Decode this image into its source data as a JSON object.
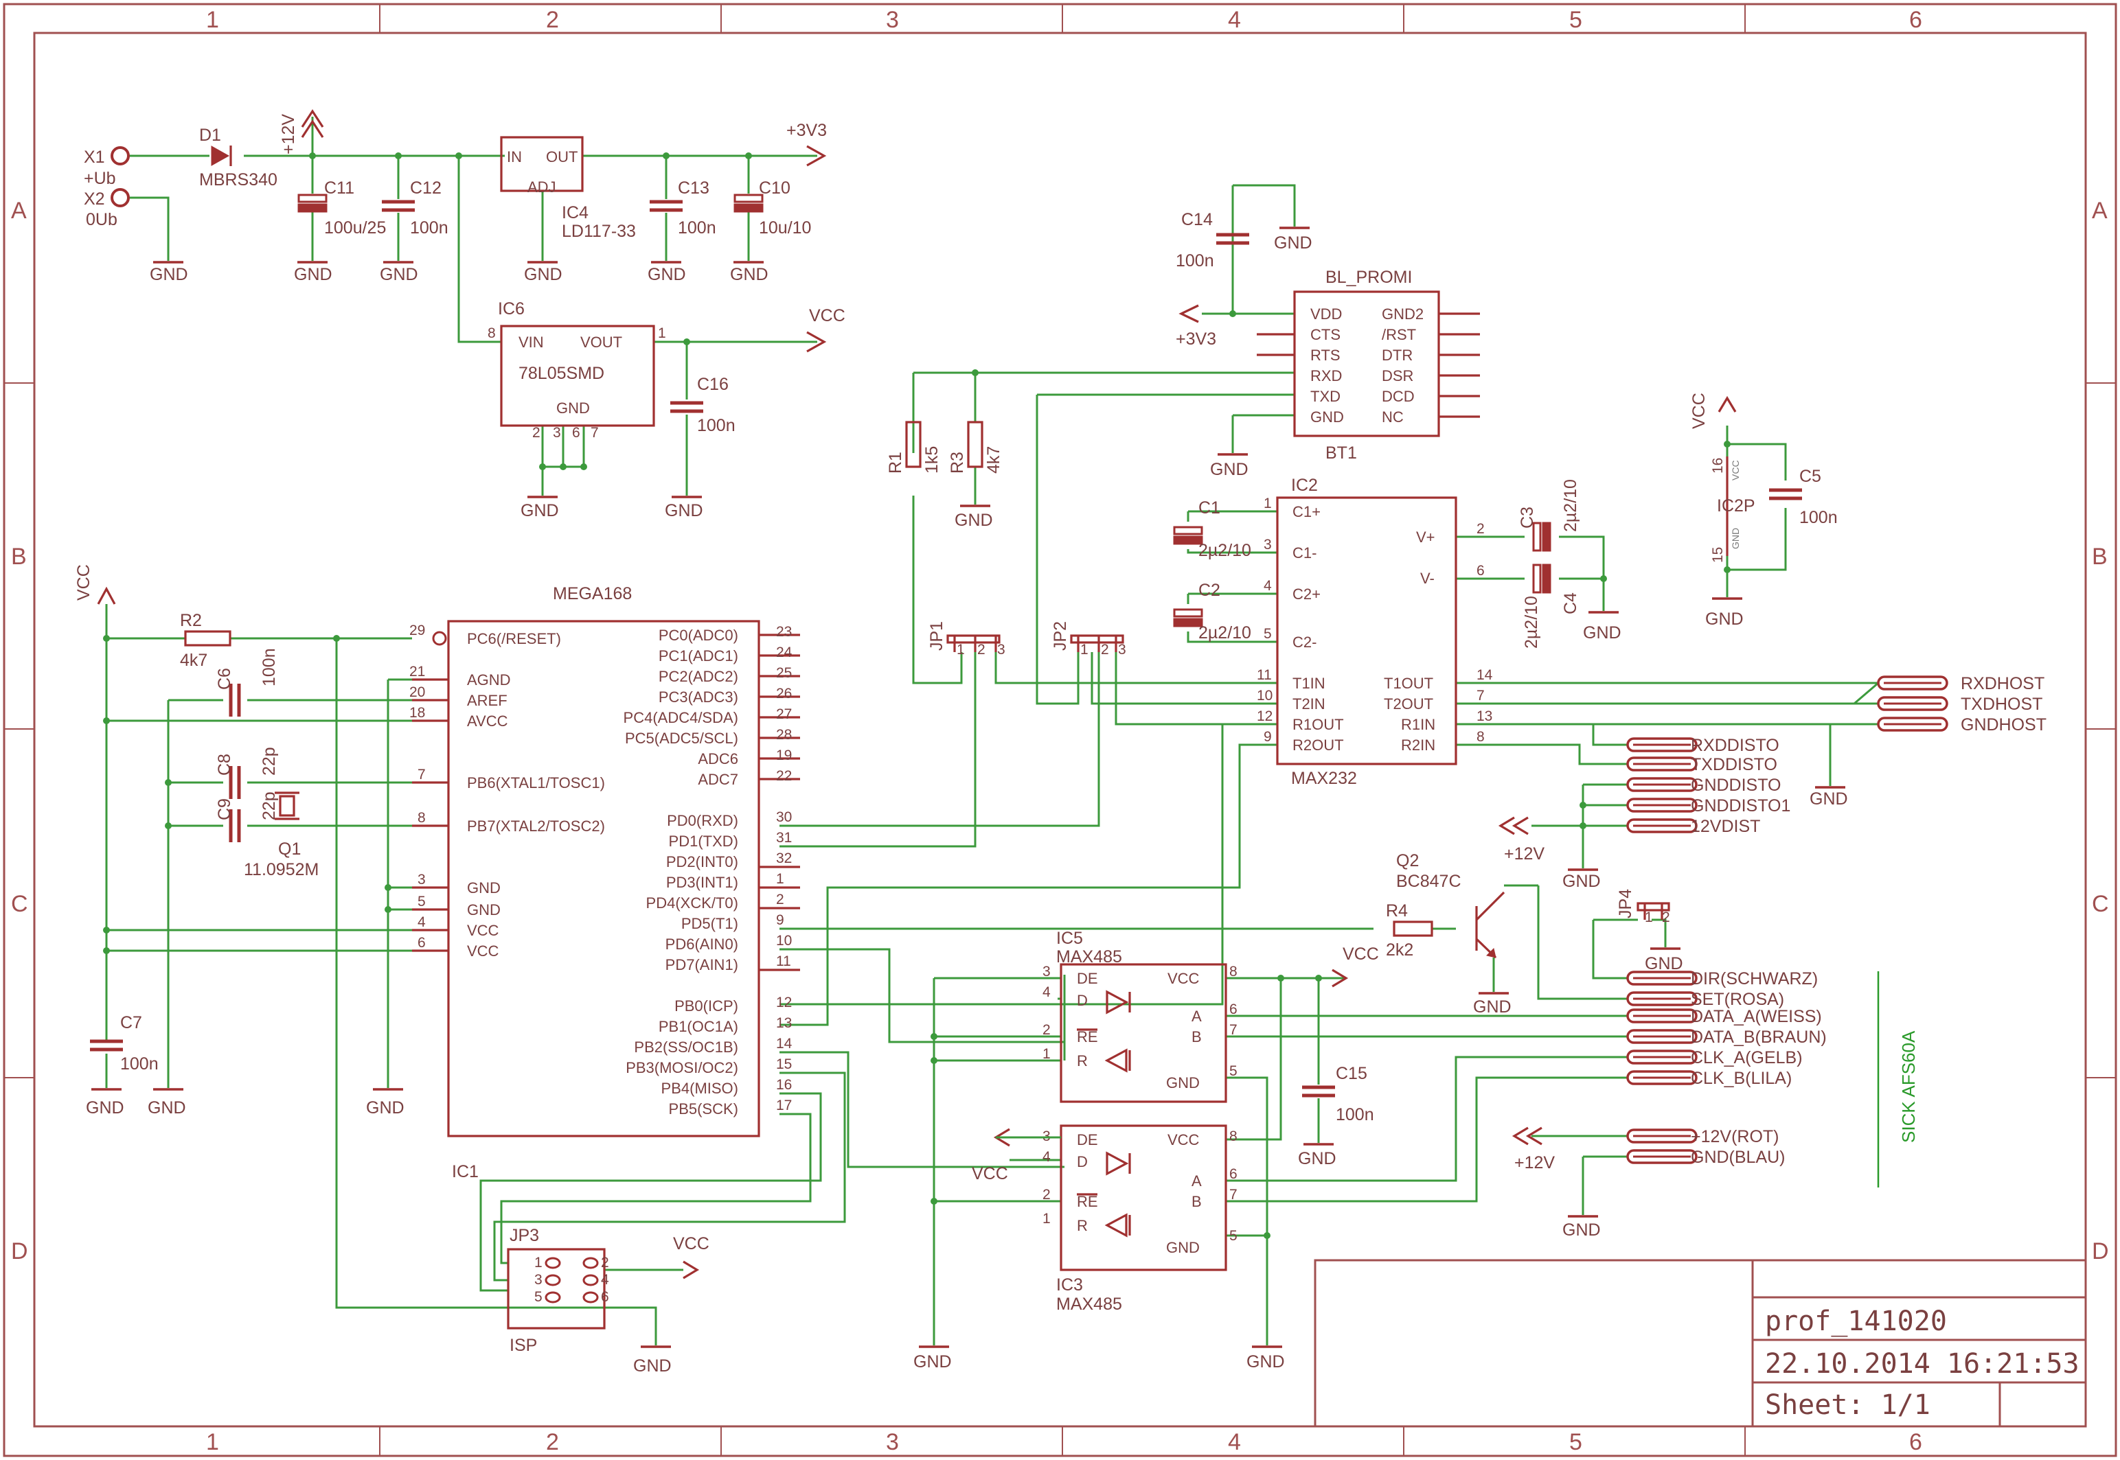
{
  "frame": {
    "columns": [
      "1",
      "2",
      "3",
      "4",
      "5",
      "6"
    ],
    "rows": [
      "A",
      "B",
      "C",
      "D"
    ]
  },
  "title_block": {
    "name": "prof_141020",
    "date": "22.10.2014 16:21:53",
    "sheet": "Sheet: 1/1"
  },
  "parts": {
    "x1": "X1",
    "x1_net": "+Ub",
    "x2": "X2",
    "x2_net": "0Ub",
    "d1": "D1",
    "d1_val": "MBRS340",
    "c11": "C11",
    "c11_val": "100u/25",
    "c12": "C12",
    "c12_val": "100n",
    "ic4": "IC4",
    "ic4_val": "LD117-33",
    "ic4_in": "IN",
    "ic4_out": "OUT",
    "ic4_adj": "ADJ",
    "c13": "C13",
    "c13_val": "100n",
    "c10": "C10",
    "c10_val": "10u/10",
    "ic6": "IC6",
    "ic6_val": "78L05SMD",
    "ic6_vin": "VIN",
    "ic6_vout": "VOUT",
    "ic6_gnd": "GND",
    "c16": "C16",
    "c16_val": "100n",
    "c14": "C14",
    "c14_val": "100n",
    "bt1_title": "BL_PROMI",
    "bt1": "BT1",
    "bt1_left": [
      "VDD",
      "CTS",
      "RTS",
      "RXD",
      "TXD",
      "GND"
    ],
    "bt1_right": [
      "GND2",
      "/RST",
      "DTR",
      "DSR",
      "DCD",
      "NC"
    ],
    "r1": "R1",
    "r1_val": "1k5",
    "r3": "R3",
    "r3_val": "4k7",
    "ic2": "IC2",
    "ic2_val": "MAX232",
    "ic2_left": [
      "C1+",
      "C1-",
      "C2+",
      "C2-",
      "T1IN",
      "T2IN",
      "R1OUT",
      "R2OUT"
    ],
    "ic2_left_nums": [
      "1",
      "3",
      "4",
      "5",
      "11",
      "10",
      "12",
      "9"
    ],
    "ic2_right": [
      "V+",
      "V-",
      "T1OUT",
      "T2OUT",
      "R1IN",
      "R2IN"
    ],
    "ic2_right_nums": [
      "2",
      "6",
      "14",
      "7",
      "13",
      "8"
    ],
    "c1": "C1",
    "c1_val": "2µ2/10",
    "c2": "C2",
    "c2_val": "2µ2/10",
    "c3": "C3",
    "c3_val": "2µ2/10",
    "c4": "C4",
    "c4_val": "2µ2/10",
    "ic2p": "IC2P",
    "ic2p_vcc": "VCC",
    "ic2p_gnd": "GND",
    "ic2p_16": "16",
    "ic2p_15": "15",
    "c5": "C5",
    "c5_val": "100n",
    "mega_title": "MEGA168",
    "ic1": "IC1",
    "mega_left": [
      "PC6(/RESET)",
      "AGND",
      "AREF",
      "AVCC",
      "PB6(XTAL1/TOSC1)",
      "PB7(XTAL2/TOSC2)",
      "GND",
      "GND",
      "VCC",
      "VCC"
    ],
    "mega_left_nums": [
      "29",
      "21",
      "20",
      "18",
      "7",
      "8",
      "3",
      "5",
      "4",
      "6"
    ],
    "mega_right": [
      "PC0(ADC0)",
      "PC1(ADC1)",
      "PC2(ADC2)",
      "PC3(ADC3)",
      "PC4(ADC4/SDA)",
      "PC5(ADC5/SCL)",
      "ADC6",
      "ADC7",
      "PD0(RXD)",
      "PD1(TXD)",
      "PD2(INT0)",
      "PD3(INT1)",
      "PD4(XCK/T0)",
      "PD5(T1)",
      "PD6(AIN0)",
      "PD7(AIN1)",
      "PB0(ICP)",
      "PB1(OC1A)",
      "PB2(SS/OC1B)",
      "PB3(MOSI/OC2)",
      "PB4(MISO)",
      "PB5(SCK)"
    ],
    "mega_right_nums": [
      "23",
      "24",
      "25",
      "26",
      "27",
      "28",
      "19",
      "22",
      "30",
      "31",
      "32",
      "1",
      "2",
      "9",
      "10",
      "11",
      "12",
      "13",
      "14",
      "15",
      "16",
      "17"
    ],
    "r2": "R2",
    "r2_val": "4k7",
    "c6": "C6",
    "c6_val": "100n",
    "c8": "C8",
    "c8_val": "22p",
    "c9": "C9",
    "c9_val": "22p",
    "q1": "Q1",
    "q1_val": "11.0952M",
    "c7": "C7",
    "c7_val": "100n",
    "jp1": "JP1",
    "jp2": "JP2",
    "jp4": "JP4",
    "jp3": "JP3",
    "jp3_val": "ISP",
    "jp3_pins": [
      "1",
      "2",
      "3",
      "4",
      "5",
      "6"
    ],
    "q2": "Q2",
    "q2_val": "BC847C",
    "r4": "R4",
    "r4_val": "2k2",
    "ic5": "IC5",
    "ic5_val": "MAX485",
    "ic3": "IC3",
    "ic3_val": "MAX485",
    "max485_pins": {
      "de": "DE",
      "d": "D",
      "re": "RE",
      "r": "R",
      "vcc": "VCC",
      "a": "A",
      "b": "B",
      "gnd": "GND"
    },
    "c15": "C15",
    "c15_val": "100n",
    "sick": "SICK AFS60A"
  },
  "nets": {
    "p12v": "+12V",
    "p3v3": "+3V3",
    "vcc": "VCC",
    "gnd": "GND"
  },
  "connectors_host": [
    "RXDHOST",
    "TXDHOST",
    "GNDHOST"
  ],
  "connectors_disto": [
    "RXDDISTO",
    "TXDDISTO",
    "GNDDISTO",
    "GNDDISTO1",
    "12VDIST"
  ],
  "connectors_sick": [
    "DIR(SCHWARZ)",
    "SET(ROSA)",
    "DATA_A(WEISS)",
    "DATA_B(BRAUN)",
    "CLK_A(GELB)",
    "CLK_B(LILA)"
  ],
  "connectors_power": [
    "+12V(ROT)",
    "GND(BLAU)"
  ]
}
